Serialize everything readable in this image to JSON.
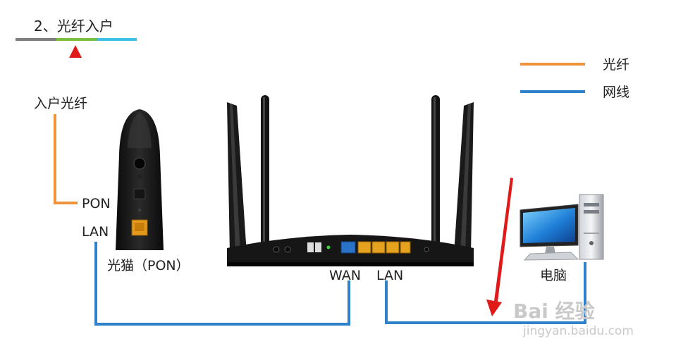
{
  "step_title": "2、光纤入户",
  "legend": {
    "items": [
      {
        "label": "光纤",
        "color": "#f0923a"
      },
      {
        "label": "网线",
        "color": "#2f82c9"
      }
    ]
  },
  "labels": {
    "fiber_in": "入户光纤",
    "pon": "PON",
    "modem_lan": "LAN",
    "modem_name": "光猫（PON）",
    "router_wan": "WAN",
    "router_lan": "LAN",
    "computer": "电脑"
  },
  "colors": {
    "fiber": "#f0923a",
    "cable": "#2f82c9",
    "arrow": "#e01919",
    "tab_gray": "#7f7f7f",
    "tab_green": "#77c043",
    "tab_cyan": "#3fbfe6"
  },
  "watermark": {
    "brand": "Bai  经验",
    "url": "jingyan.baidu.com"
  }
}
